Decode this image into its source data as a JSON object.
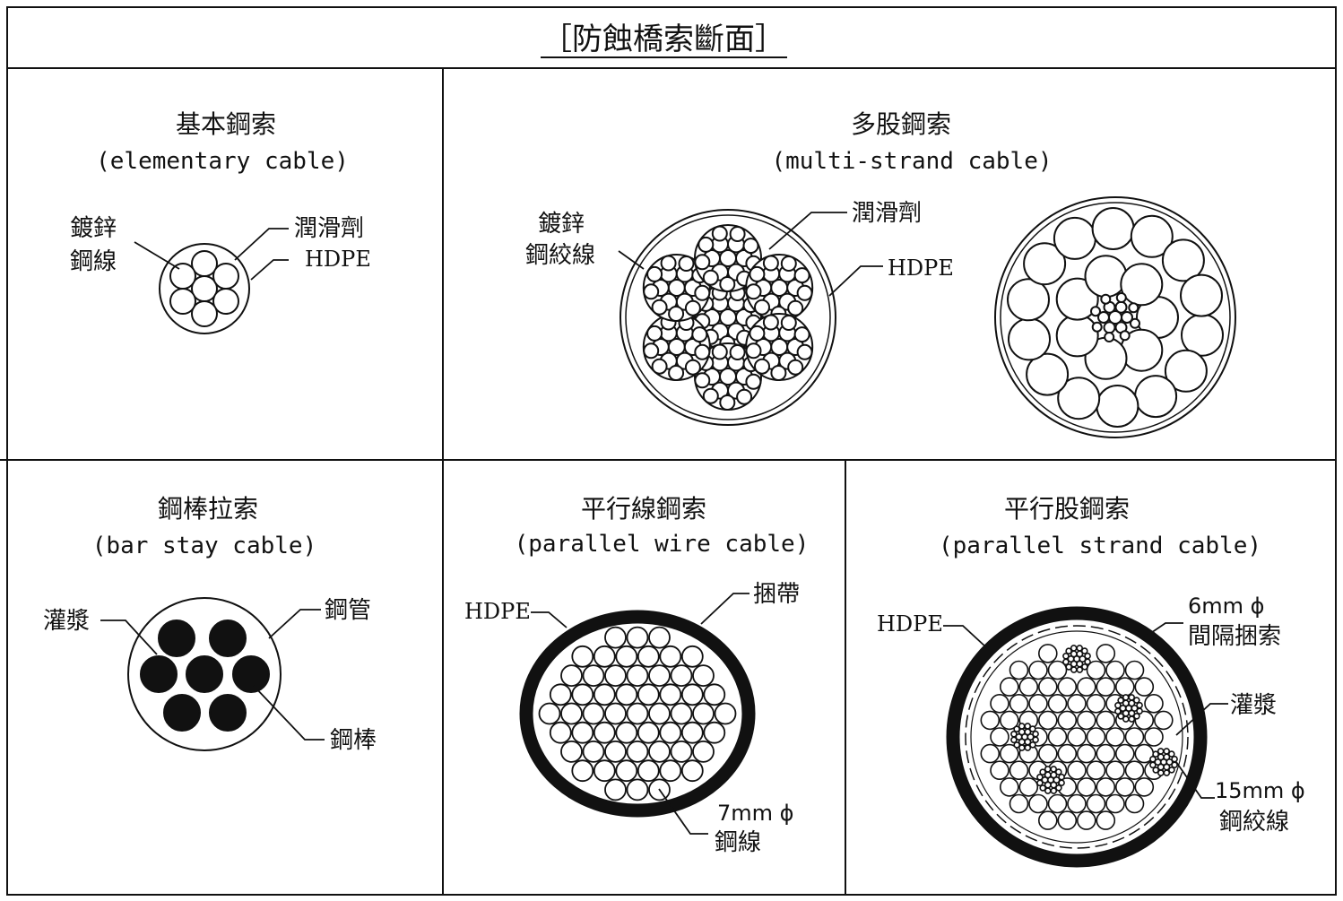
{
  "title": "［防蝕橋索斷面］",
  "panels": {
    "elementary": {
      "title_zh": "基本鋼索",
      "title_en": "(elementary cable)",
      "label_wire_1": "鍍鋅",
      "label_wire_2": "鋼線",
      "label_lube": "潤滑劑",
      "label_hdpe": "HDPE"
    },
    "multi_strand": {
      "title_zh": "多股鋼索",
      "title_en": "(multi-strand cable)",
      "label_strand_1": "鍍鋅",
      "label_strand_2": "鋼絞線",
      "label_lube": "潤滑劑",
      "label_hdpe": "HDPE"
    },
    "bar_stay": {
      "title_zh": "鋼棒拉索",
      "title_en": "(bar stay cable)",
      "label_grout": "灌漿",
      "label_pipe": "鋼管",
      "label_bar": "鋼棒"
    },
    "parallel_wire": {
      "title_zh": "平行線鋼索",
      "title_en": "(parallel wire cable)",
      "label_hdpe": "HDPE",
      "label_band": "捆帶",
      "label_size": "7mm ϕ",
      "label_wire": "鋼線"
    },
    "parallel_strand": {
      "title_zh": "平行股鋼索",
      "title_en": "(parallel strand cable)",
      "label_hdpe": "HDPE",
      "label_spacer_size": "6mm ϕ",
      "label_spacer": "間隔捆索",
      "label_grout": "灌漿",
      "label_strand_size": "15mm ϕ",
      "label_strand": "鋼絞線"
    }
  }
}
